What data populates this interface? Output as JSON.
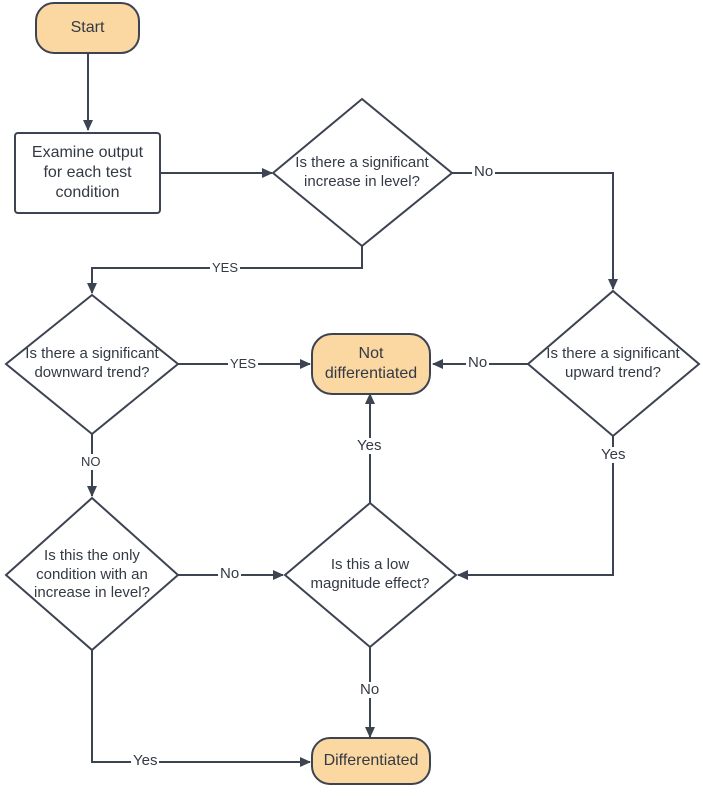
{
  "nodes": {
    "start": "Start",
    "examine": "Examine output for each test condition",
    "q_increase": "Is there a significant increase in level?",
    "q_downward": "Is there a significant downward trend?",
    "not_diff": "Not differentiated",
    "q_upward": "Is there a significant upward trend?",
    "q_only": "Is this the only condition with an increase in level?",
    "q_low": "Is this a low magnitude effect?",
    "diff": "Differentiated"
  },
  "edges": {
    "increase_no": "No",
    "increase_yes": "YES",
    "downward_yes": "YES",
    "downward_no": "NO",
    "upward_no": "No",
    "upward_yes": "Yes",
    "only_no": "No",
    "only_yes": "Yes",
    "low_yes": "Yes",
    "low_no": "No"
  },
  "colors": {
    "terminal_fill": "#fbd7a1",
    "stroke": "#3d4451"
  }
}
